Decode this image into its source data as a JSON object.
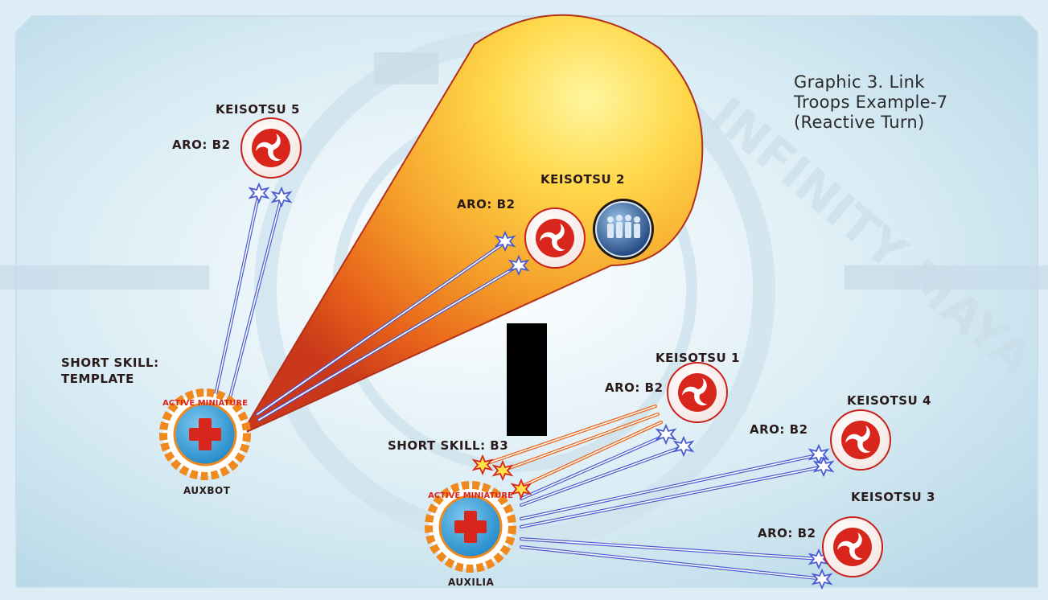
{
  "title": {
    "line1": "Graphic 3. Link",
    "line2": "Troops Example-7",
    "line3": "(Reactive Turn)"
  },
  "models": {
    "keisotsu5": {
      "name": "KEISOTSU 5",
      "aro": "ARO: B2"
    },
    "keisotsu2": {
      "name": "KEISOTSU 2",
      "aro": "ARO: B2"
    },
    "keisotsu1": {
      "name": "KEISOTSU 1",
      "aro": "ARO: B2"
    },
    "keisotsu4": {
      "name": "KEISOTSU 4",
      "aro": "ARO: B2"
    },
    "keisotsu3": {
      "name": "KEISOTSU 3",
      "aro": "ARO: B2"
    },
    "auxbot": {
      "name": "AUXBOT",
      "skill_line1": "SHORT SKILL:",
      "skill_line2": "TEMPLATE",
      "ring_text": "ACTIVE MINIATURE"
    },
    "auxilia": {
      "name": "AUXILIA",
      "skill": "SHORT SKILL: B3",
      "ring_text": "ACTIVE MINIATURE"
    }
  },
  "link_badge": "LINK LEADER",
  "board_text": "INFINITY MAYA",
  "colors": {
    "background": "#e9f3f8",
    "token_red": "#d8261c",
    "burst_blue": "#4a5bd0",
    "fire_orange": "#ef7a1c",
    "fire_yellow": "#ffd84a",
    "auxilia_fire": "#e8641a",
    "active_ring": "#f08a1e"
  },
  "icons": [
    "tomoe-icon",
    "link-leader-icon",
    "active-miniature-icon",
    "impact-burst-icon"
  ]
}
